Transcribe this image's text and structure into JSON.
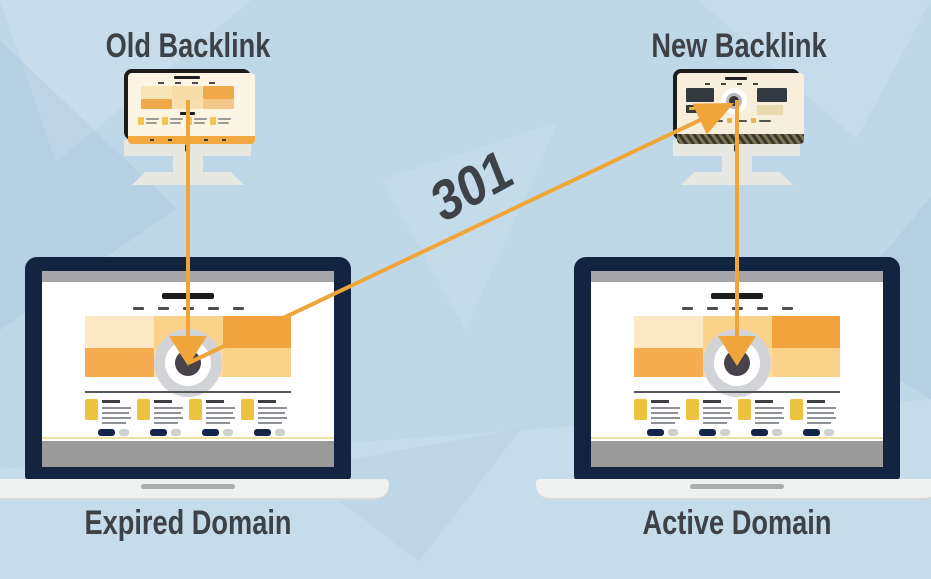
{
  "labels": {
    "old_backlink": "Old Backlink",
    "new_backlink": "New Backlink",
    "redirect_code": "301",
    "expired_domain": "Expired Domain",
    "active_domain": "Active Domain"
  },
  "colors": {
    "background": "#bfd8e8",
    "accent_orange": "#f0a53a",
    "heading_text": "#3d4247",
    "laptop_frame_navy": "#132441",
    "laptop_base_gray": "#eef1ef",
    "screen_footer_gray": "#9a9a9a",
    "bullseye_ring_gray": "#d2d3d7",
    "bullseye_center": "#48434a",
    "icon_yellow": "#edc23f"
  }
}
